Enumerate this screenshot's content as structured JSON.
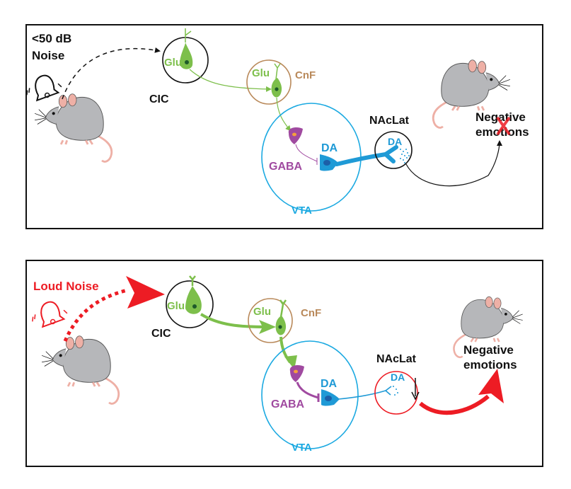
{
  "colors": {
    "glu": "#7dbf4b",
    "glu_dark": "#1e5a2a",
    "cnf": "#b9895a",
    "vta": "#1ba9e1",
    "da": "#1f9ad6",
    "da_dark": "#1c5fa8",
    "gaba": "#a04aa0",
    "gaba_nucleus": "#f5a03c",
    "red": "#ed1c24",
    "mouse_body": "#b6b7ba",
    "mouse_pink": "#eeb0a6",
    "black": "#111111"
  },
  "panels": [
    {
      "id": "quiet",
      "stimulus": {
        "line1": "<50 dB",
        "line2": "Noise",
        "icon": "bell-icon"
      },
      "cic": {
        "region": "CIC",
        "neuron": "Glu"
      },
      "cnf": {
        "region": "CnF",
        "neuron": "Glu"
      },
      "vta": {
        "region": "VTA",
        "gaba": "GABA",
        "da": "DA"
      },
      "naclat": {
        "region": "NAcLat",
        "da": "DA"
      },
      "outcome": {
        "line1": "Negative",
        "line2": "emotions",
        "blocked": true,
        "icon": "cross-icon"
      }
    },
    {
      "id": "loud",
      "stimulus": {
        "line1": "Loud Noise",
        "icon": "bell-icon"
      },
      "cic": {
        "region": "CIC",
        "neuron": "Glu"
      },
      "cnf": {
        "region": "CnF",
        "neuron": "Glu"
      },
      "vta": {
        "region": "VTA",
        "gaba": "GABA",
        "da": "DA"
      },
      "naclat": {
        "region": "NAcLat",
        "da": "DA",
        "change": "decrease",
        "icon": "down-arrow-icon"
      },
      "outcome": {
        "line1": "Negative",
        "line2": "emotions",
        "blocked": false
      }
    }
  ]
}
